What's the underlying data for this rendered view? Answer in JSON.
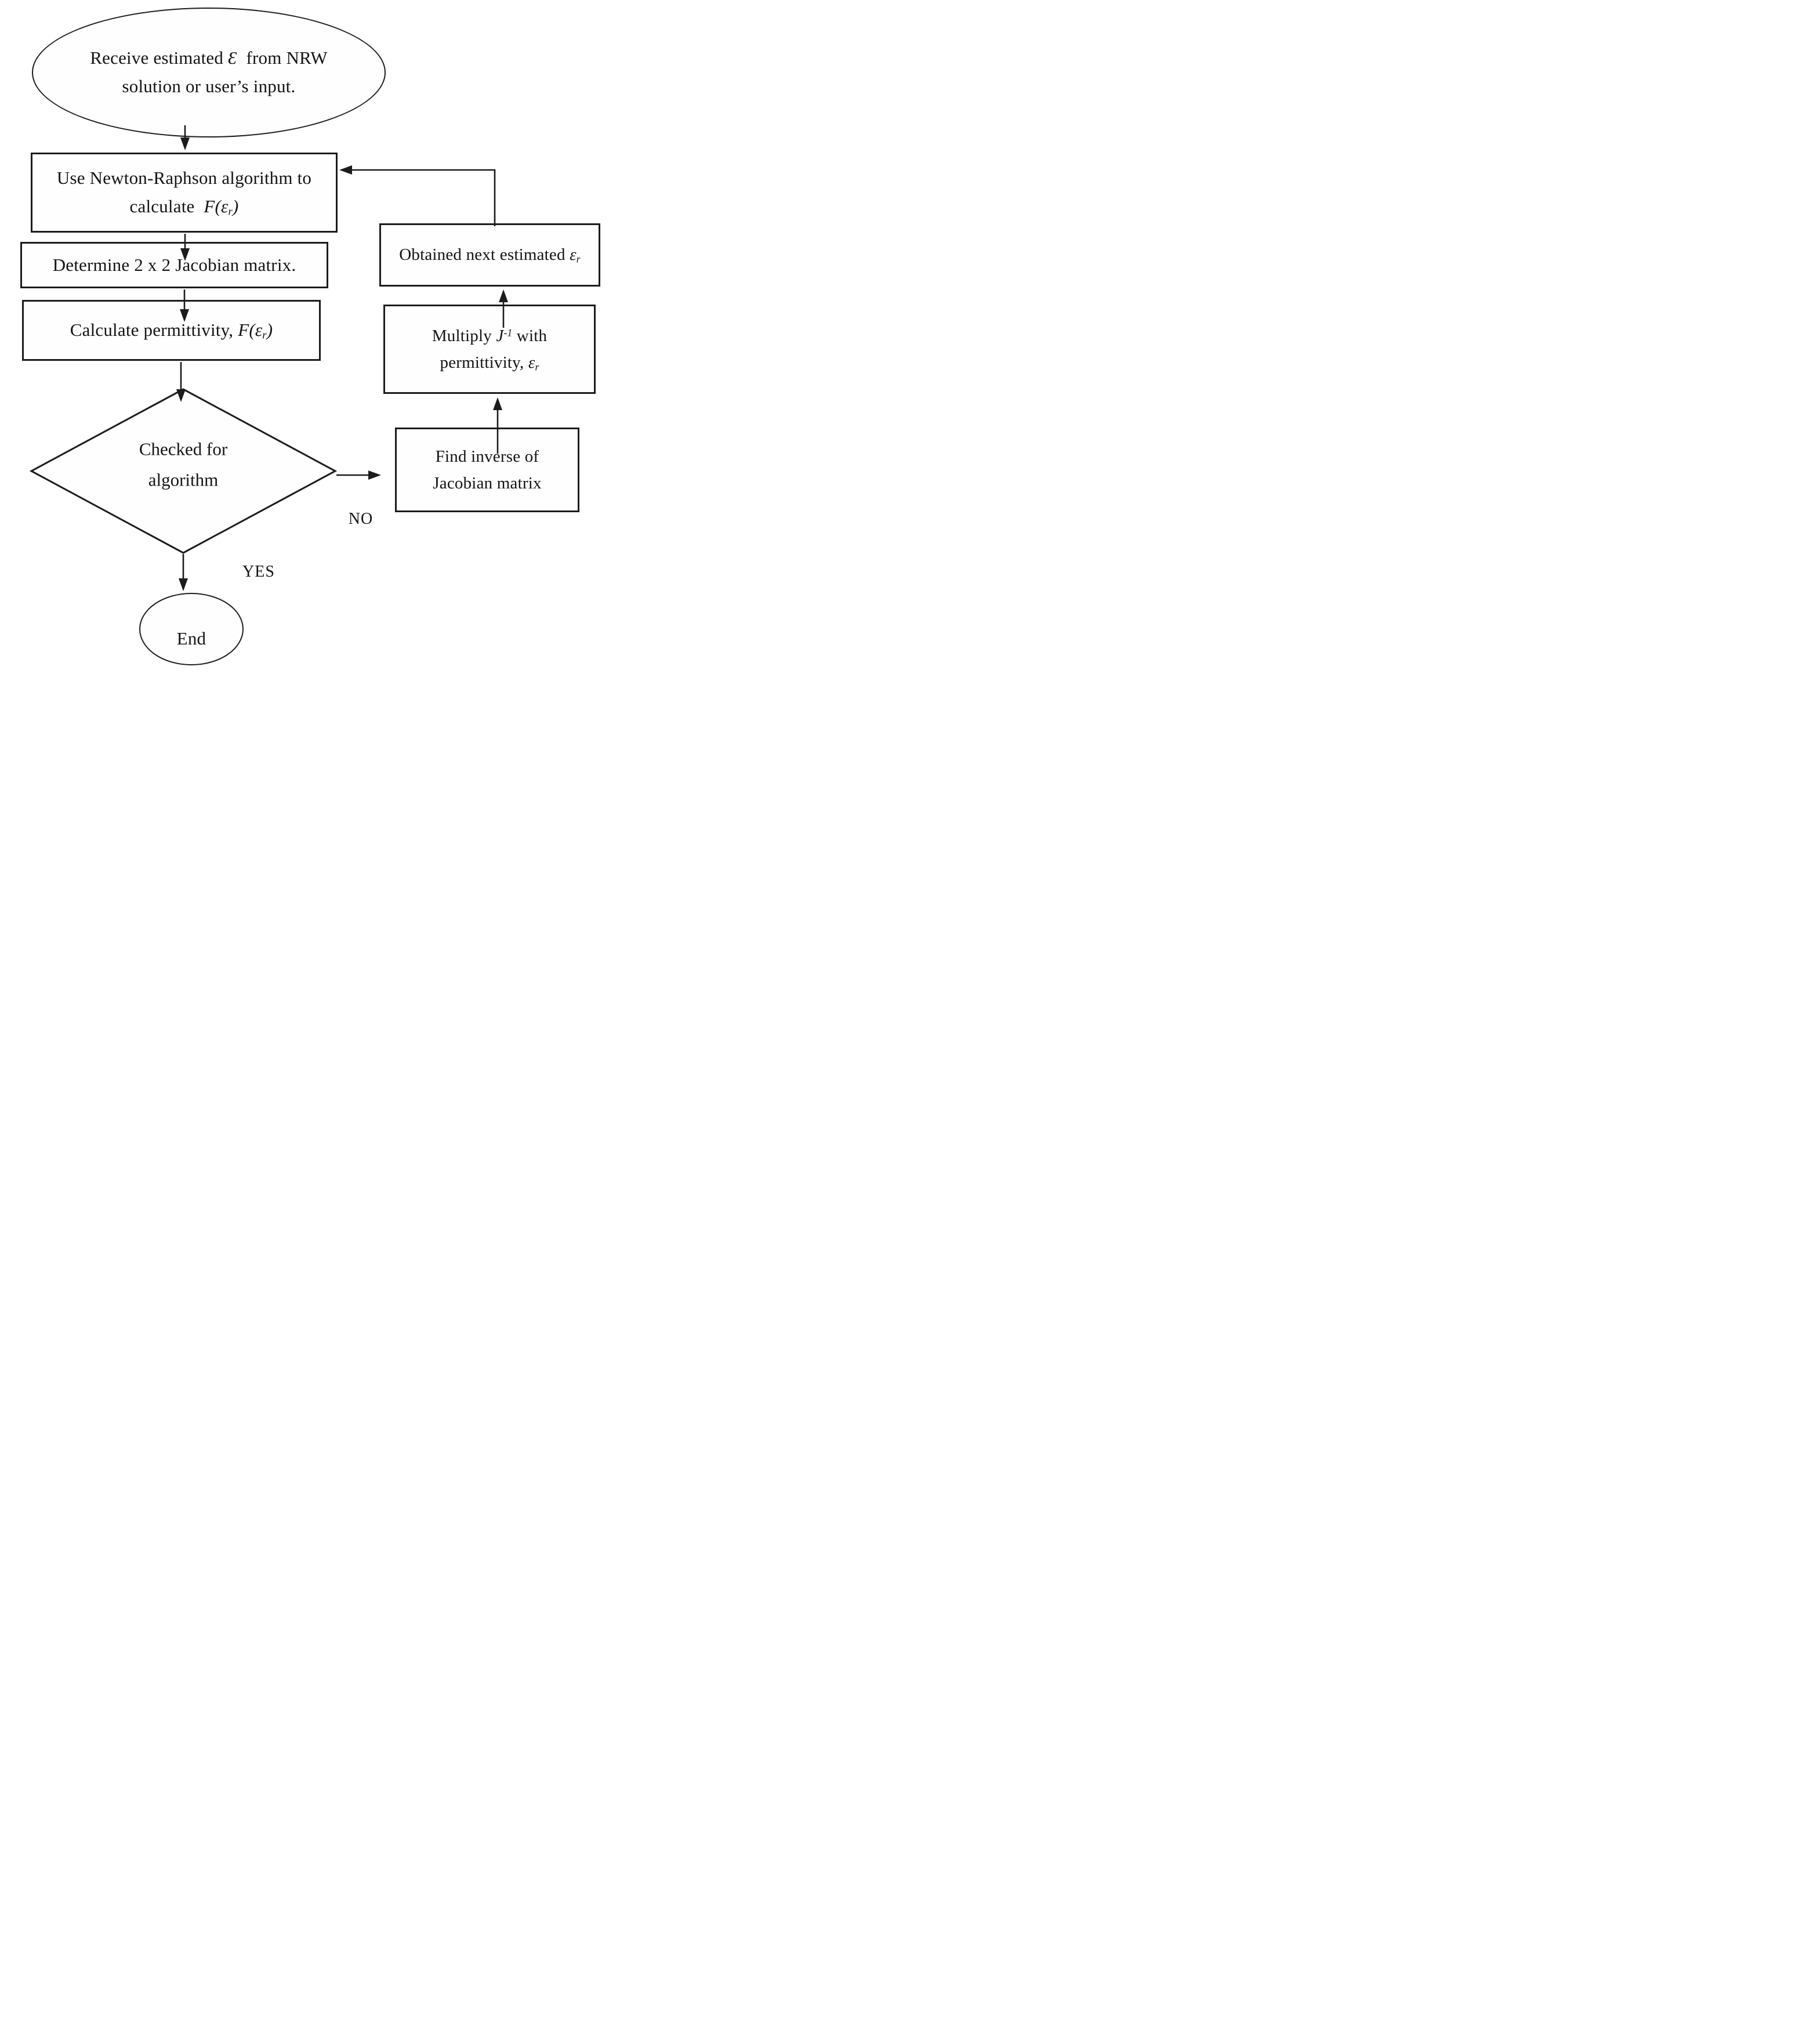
{
  "flowchart": {
    "title_hint": "Newton-Raphson permittivity calculation flowchart",
    "colors": {
      "line": "#1c1c1c",
      "text": "#141414",
      "background": "#ffffff"
    },
    "nodes": {
      "start": {
        "shape": "ellipse",
        "l1a": "Receive estimated ",
        "l1b": "Ɛ",
        "l1c": "  from NRW",
        "line2": "solution or user’s input."
      },
      "newton": {
        "shape": "rect",
        "line1": "Use Newton-Raphson algorithm to",
        "l2a": "calculate  ",
        "l2b": "F(ε",
        "l2c": "r",
        "l2d": ")"
      },
      "jacobian": {
        "shape": "rect",
        "text": "Determine 2 x 2 Jacobian matrix."
      },
      "permittivity": {
        "shape": "rect",
        "p_a": "Calculate permittivity, ",
        "p_b": "F(ε",
        "p_c": "r",
        "p_d": ")"
      },
      "decision": {
        "shape": "diamond",
        "line1": "Checked for",
        "line2": "algorithm"
      },
      "end": {
        "shape": "ellipse",
        "text": "End"
      },
      "obtained": {
        "shape": "rect",
        "o_a": "Obtained next estimated ",
        "o_b": "ε",
        "o_c": "r"
      },
      "multiply": {
        "shape": "rect",
        "m1a": "Multiply ",
        "m1b": "J",
        "m1c": "-1",
        "m1d": " with",
        "m2a": "permittivity, ",
        "m2b": "ε",
        "m2c": "r"
      },
      "inverse": {
        "shape": "rect",
        "line1": "Find inverse of",
        "line2": "Jacobian matrix"
      }
    },
    "edge_labels": {
      "no": "NO",
      "yes": "YES"
    },
    "edges": [
      {
        "from": "start",
        "to": "newton"
      },
      {
        "from": "newton",
        "to": "jacobian"
      },
      {
        "from": "jacobian",
        "to": "permittivity"
      },
      {
        "from": "permittivity",
        "to": "decision"
      },
      {
        "from": "decision",
        "to": "inverse",
        "label": "NO"
      },
      {
        "from": "decision",
        "to": "end",
        "label": "YES"
      },
      {
        "from": "inverse",
        "to": "multiply"
      },
      {
        "from": "multiply",
        "to": "obtained"
      },
      {
        "from": "obtained",
        "to": "newton"
      }
    ]
  }
}
